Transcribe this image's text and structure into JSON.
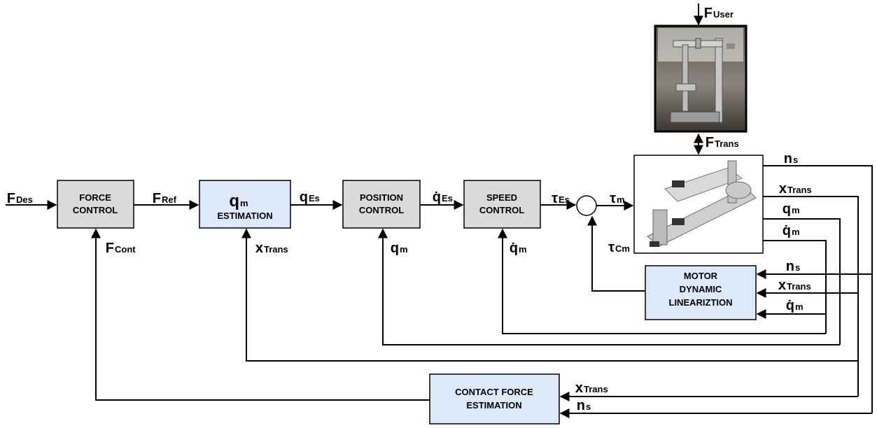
{
  "blocks": {
    "force_control": [
      "FORCE",
      "CONTROL"
    ],
    "qm_estimation": {
      "symbol": "q",
      "sub": "m",
      "label": "ESTIMATION"
    },
    "position_control": [
      "POSITION",
      "CONTROL"
    ],
    "speed_control": [
      "SPEED",
      "CONTROL"
    ],
    "motor_linearization": [
      "MOTOR",
      "DYNAMIC",
      "LINEARIZTION"
    ],
    "contact_force_estimation": [
      "CONTACT FORCE",
      "ESTIMATION"
    ]
  },
  "signals": {
    "f_des": {
      "main": "F",
      "sub": "Des"
    },
    "f_ref": {
      "main": "F",
      "sub": "Ref"
    },
    "q_es": {
      "main": "q",
      "sub": "Es"
    },
    "qdot_es": {
      "main": "q̇",
      "sub": "Es"
    },
    "tau_es": {
      "main": "τ",
      "sub": "Es"
    },
    "tau_m": {
      "main": "τ",
      "sub": "m"
    },
    "tau_cm": {
      "main": "τ",
      "sub": "Cm"
    },
    "f_cont": {
      "main": "F",
      "sub": "Cont"
    },
    "x_trans": {
      "main": "x",
      "sub": "Trans"
    },
    "q_m": {
      "main": "q",
      "sub": "m"
    },
    "qdot_m": {
      "main": "q̇",
      "sub": "m"
    },
    "f_user": {
      "main": "F",
      "sub": "User"
    },
    "f_trans": {
      "main": "F",
      "sub": "Trans"
    },
    "n_s": {
      "main": "n",
      "sub": "s"
    }
  },
  "colors": {
    "gray_block": "#dadada",
    "blue_block": "#dbe9fb",
    "line": "#000000"
  }
}
